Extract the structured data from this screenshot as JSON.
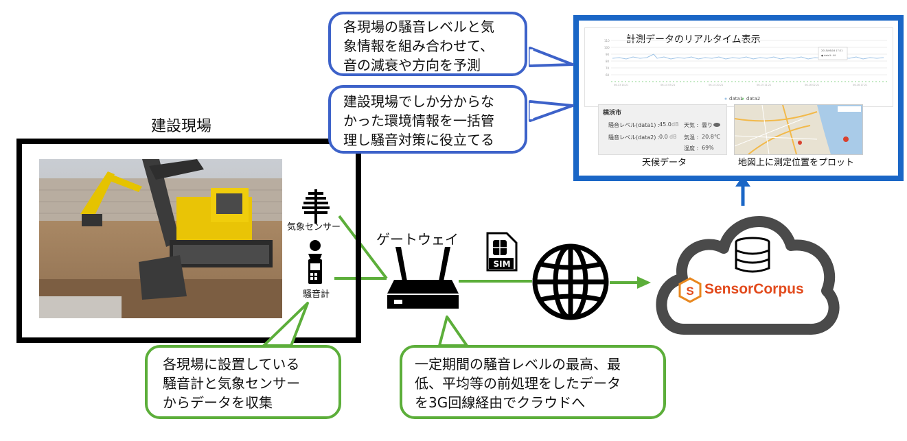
{
  "site": {
    "title": "建設現場",
    "weather_sensor_label": "気象センサー",
    "noise_meter_label": "騒音計"
  },
  "gateway": {
    "label": "ゲートウェイ"
  },
  "sim": {
    "label": "SIM"
  },
  "cloud": {
    "brand": "SensorCorpus"
  },
  "callouts": {
    "predict": [
      "各現場の騒音レベルと気",
      "象情報を組み合わせて、",
      "音の減衰や方向を予測"
    ],
    "manage": [
      "建設現場でしか分からな",
      "かった環境情報を一括管",
      "理し騒音対策に役立てる"
    ],
    "collect": [
      "各現場に設置している",
      "騒音計と気象センサー",
      "からデータを収集"
    ],
    "preprocess": [
      "一定期間の騒音レベルの最高、最",
      "低、平均等の前処理をしたデータ",
      "を3G回線経由でクラウドへ"
    ]
  },
  "dashboard": {
    "chart_title": "計測データのリアルタイム表示",
    "weather_caption": "天候データ",
    "map_caption": "地図上に測定位置をプロット",
    "weather": {
      "city": "横浜市",
      "noise1_label": "騒音レベル(data1) :",
      "noise1_value": "45.0",
      "noise1_unit": "dB",
      "noise2_label": "騒音レベル(data2) :",
      "noise2_value": "0.0",
      "noise2_unit": "dB",
      "weather_label": "天気 :",
      "weather_value": "曇り",
      "temp_label": "気温 :",
      "temp_value": "20.8℃",
      "humidity_label": "湿度 :",
      "humidity_value": "69%"
    },
    "legend": [
      "data1",
      "data2"
    ],
    "colors": {
      "line1": "#9ec3e6",
      "line2": "#8bd48b"
    }
  },
  "colors": {
    "blue_callout": "#3d62c9",
    "green_callout": "#5cae3a",
    "green_line": "#5cae3a",
    "dashboard_border": "#1a66c6",
    "arrow_blue": "#1a66c6",
    "brand": "#e24a1c"
  },
  "icons": [
    "weather-station-icon",
    "noise-meter-icon",
    "router-icon",
    "sim-card-icon",
    "globe-icon",
    "cloud-icon",
    "database-icon",
    "sensorcorpus-logo-icon"
  ]
}
